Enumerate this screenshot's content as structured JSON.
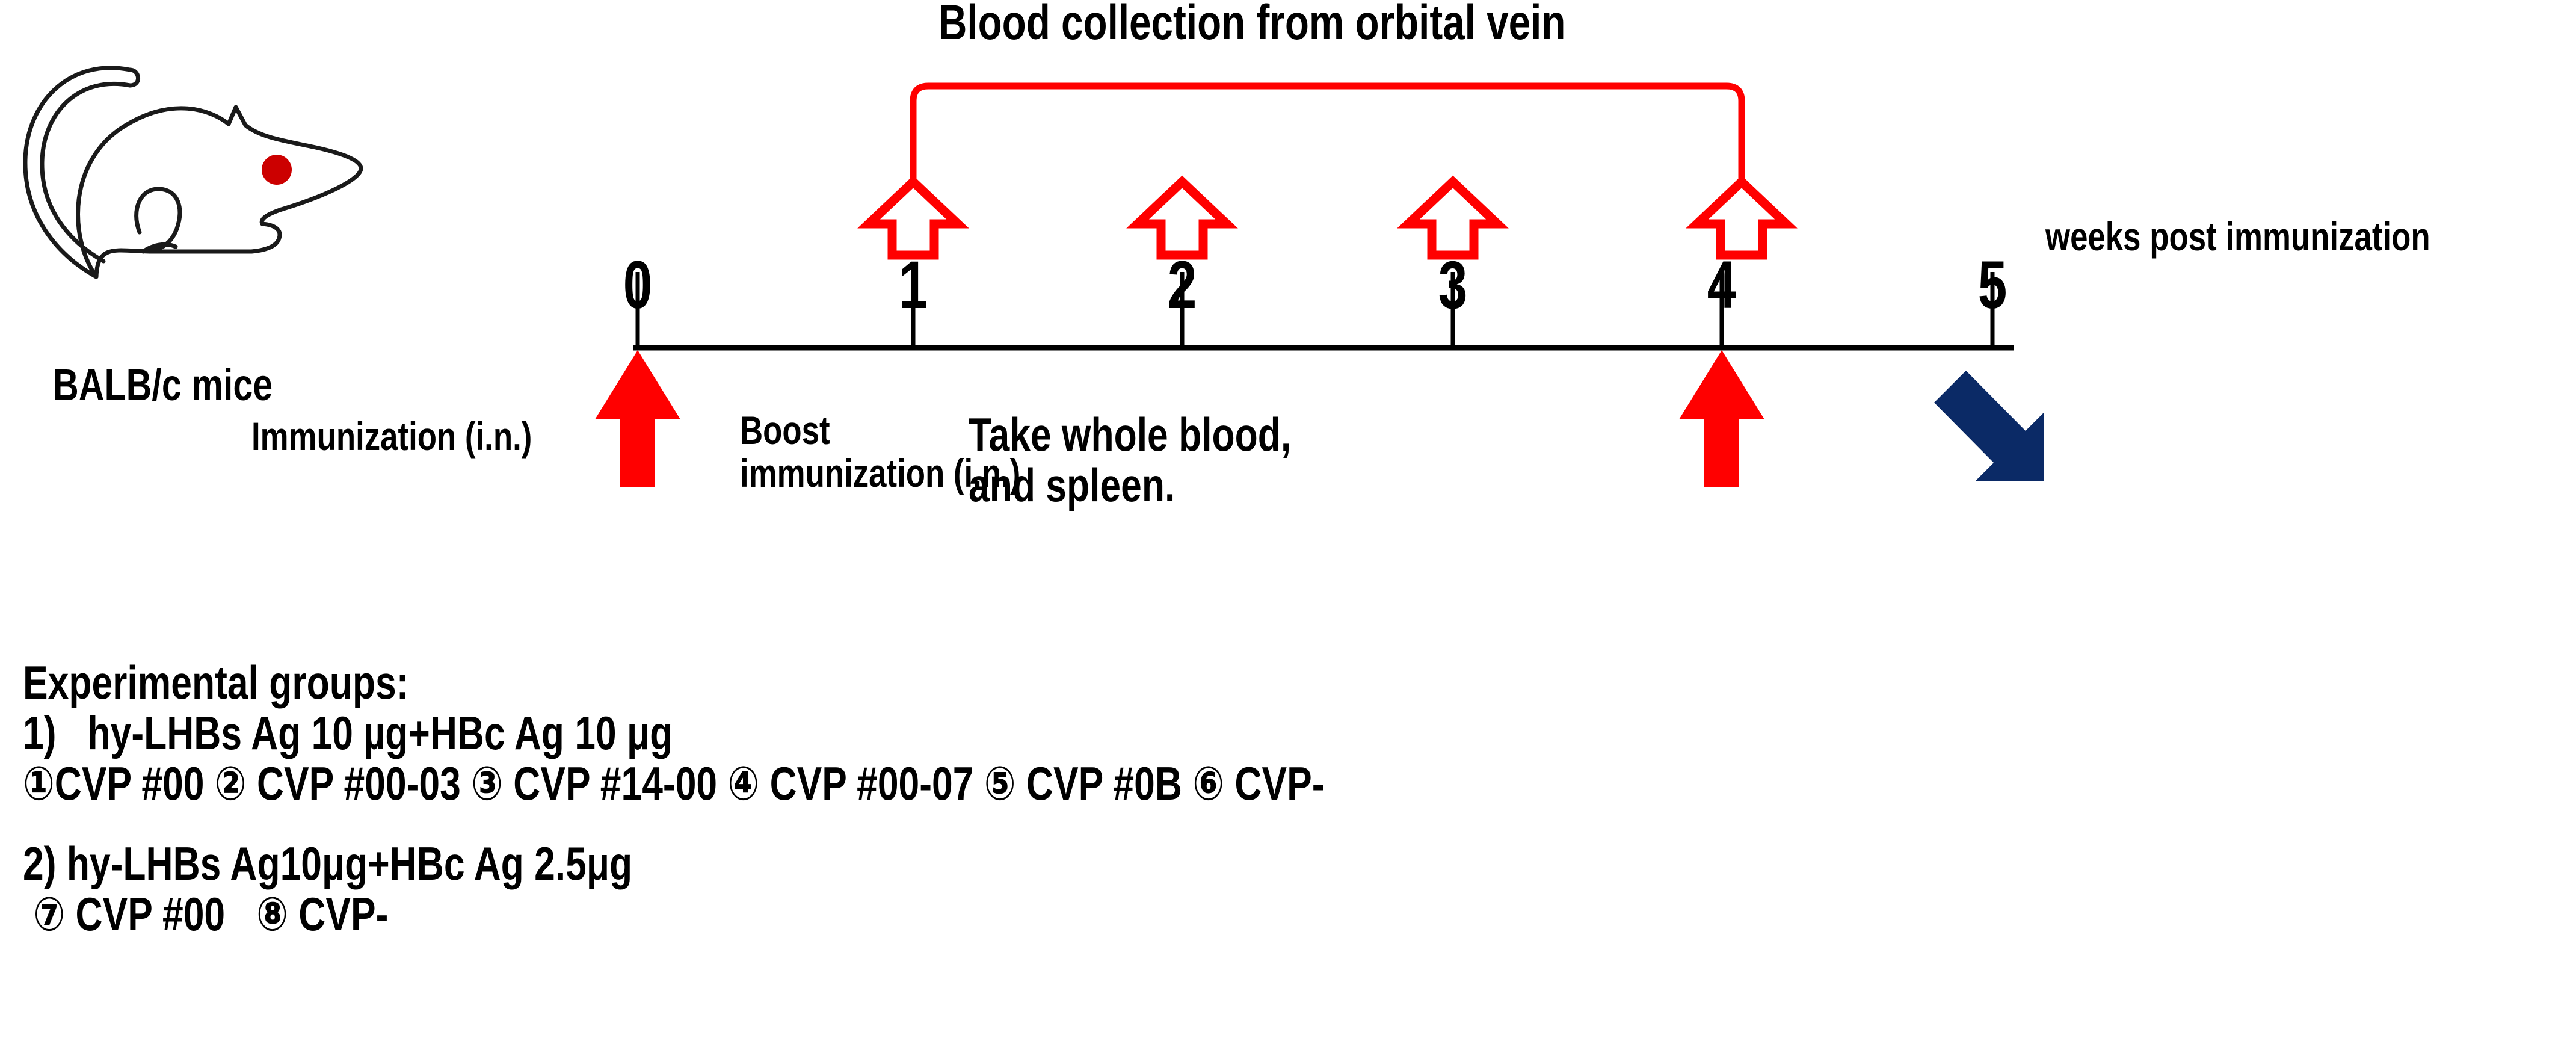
{
  "figure": {
    "animal": {
      "icon": "mouse-icon",
      "label": "BALB/c mice",
      "nose_dot_color": "#cc0000"
    },
    "bracket_title": "Blood collection from orbital vein",
    "axis_label": "weeks post immunization"
  },
  "colors": {
    "red": "#ff0000",
    "navy": "#0b2a66",
    "black": "#000000",
    "white": "#ffffff"
  },
  "timeline": {
    "tick_labels": [
      "0",
      "1",
      "2",
      "3",
      "4",
      "5"
    ],
    "blood_collection_weeks": [
      "1",
      "2",
      "3",
      "4"
    ],
    "events": [
      {
        "name": "immunization",
        "week": "0",
        "label": "Immunization (i.n.)",
        "arrow": "red-up-arrow"
      },
      {
        "name": "boost-immunization",
        "week": "4",
        "label_line1": "Boost",
        "label_line2": "immunization (i.n.)",
        "arrow": "red-up-arrow"
      },
      {
        "name": "harvest",
        "week": "5",
        "label_line1": "Take whole blood,",
        "label_line2": "and spleen.",
        "arrow": "navy-down-right-arrow"
      }
    ]
  },
  "groups": {
    "heading": "Experimental groups:",
    "group1": {
      "number": "1)",
      "title": "hy-LHBs Ag 10 µg+HBc Ag 10 μg",
      "items": "①CVP #00 ② CVP #00-03 ③ CVP #14-00 ④ CVP #00-07 ⑤ CVP #0B ⑥ CVP-"
    },
    "group2": {
      "number": "2)",
      "title": "hy-LHBs Ag10μg+HBc Ag 2.5μg",
      "items": "⑦ CVP #00   ⑧ CVP-"
    }
  }
}
